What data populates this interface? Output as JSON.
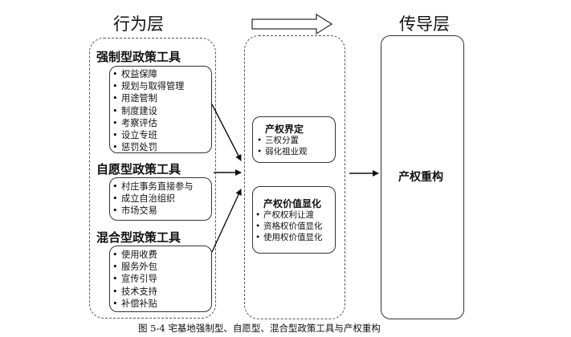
{
  "headers": {
    "behavior": "行为层",
    "transmission": "传导层"
  },
  "tool_groups": [
    {
      "label": "强制型政策工具",
      "items": [
        "权益保障",
        "规划与取得管理",
        "用途管制",
        "制度建设",
        "考察评估",
        "设立专班",
        "惩罚处罚"
      ]
    },
    {
      "label": "自愿型政策工具",
      "items": [
        "村庄事务直接参与",
        "成立自治组织",
        "市场交易"
      ]
    },
    {
      "label": "混合型政策工具",
      "items": [
        "使用收费",
        "服务外包",
        "宣传引导",
        "技术支持",
        "补偿补贴"
      ]
    }
  ],
  "middle_boxes": [
    {
      "title": "产权界定",
      "items": [
        "三权分置",
        "弱化祖业观"
      ]
    },
    {
      "title": "产权价值显化",
      "items": [
        "产权权利让渡",
        "资格权价值显化",
        "使用权价值显化"
      ]
    }
  ],
  "result": {
    "label": "产权重构"
  },
  "caption": "图 5-4  宅基地强制型、自愿型、混合型政策工具与产权重构"
}
